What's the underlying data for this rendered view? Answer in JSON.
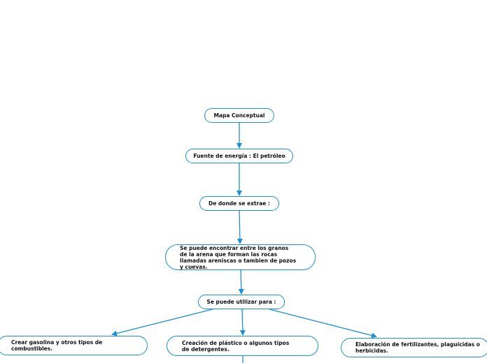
{
  "colors": {
    "connector": "#1a8fd6",
    "node_border": "#1a8fd6",
    "node_fill": "#ffffff",
    "text": "#111111"
  },
  "nodes": {
    "root": "Mapa Conceptual",
    "fuente": "Fuente de energía : El petróleo",
    "extrae": "De donde se extrae :",
    "encontrar": "Se puede encontrar entre los granos de la arena que forman las rocas llamadas areniscas o tambien de pozos y cuevas.",
    "utilizar": "Se puede utilizar para :",
    "gasolina": "Crear gasolina y otros tipos de combustibles.",
    "plastico": "Creación de plástico o algunos tipos de detergentes.",
    "fertilizantes": "Elaboración de  fertilizantes, plaguicidas o herbicidas."
  }
}
